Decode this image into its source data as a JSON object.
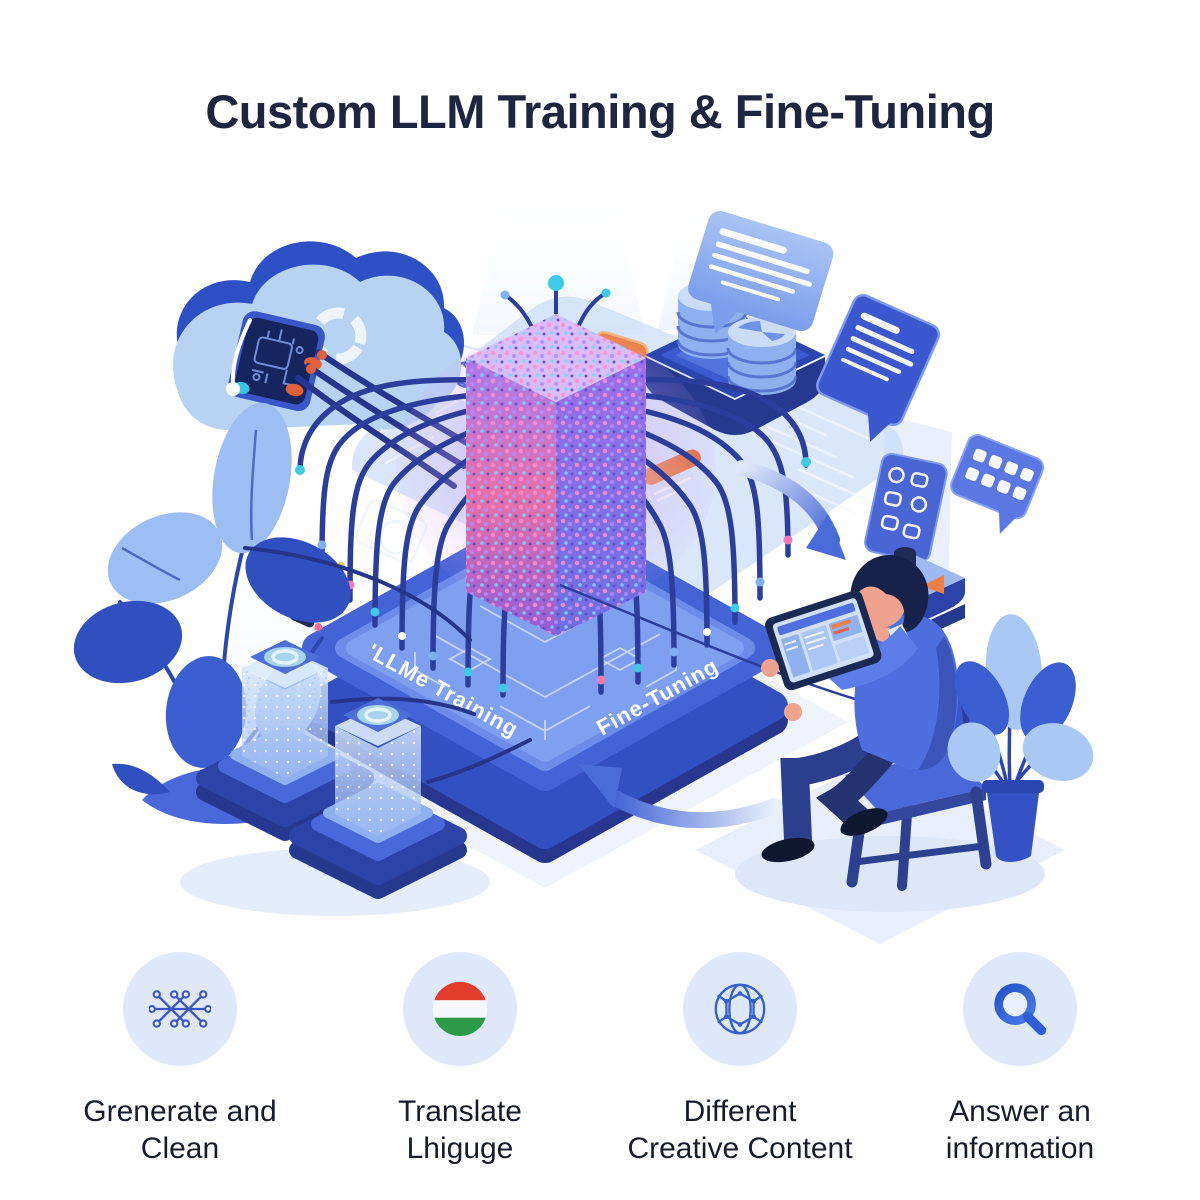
{
  "page": {
    "title": "Custom LLM Training & Fine-Tuning"
  },
  "illustration": {
    "platform_left_label": "'LLMe Training",
    "platform_right_label": "Fine-Tuning",
    "scene_elements": [
      "cloud-ai-chip",
      "hologram-dashboard",
      "neural-network-cube",
      "database-stacks",
      "chat-bubbles",
      "glass-data-towers",
      "analyst-with-tablet",
      "office-plants",
      "cycle-arrows",
      "app-icons-panel",
      "keyboard-bubble"
    ]
  },
  "features": [
    {
      "icon": "network-nodes-icon",
      "label": "Grenerate and Clean",
      "label_line1": "Grenerate and",
      "label_line2": "Clean"
    },
    {
      "icon": "hungarian-flag-icon",
      "label": "Translate Lhiguge",
      "label_line1": "Translate",
      "label_line2": "Lhiguge"
    },
    {
      "icon": "globe-network-icon",
      "label": "Different Creative Content",
      "label_line1": "Different",
      "label_line2": "Creative Content"
    },
    {
      "icon": "search-icon",
      "label": "Answer an information",
      "label_line1": "Answer an",
      "label_line2": "information"
    }
  ],
  "colors": {
    "title_text": "#1d2540",
    "royal_blue": "#3b5bd6",
    "deep_blue": "#2b3e9c",
    "light_blue": "#b7d3f4",
    "pale_blue": "#dfe8f9",
    "cyan": "#3ec9e6",
    "accent_orange": "#ed7f42",
    "glow_pink": "#ee6f9e",
    "glow_purple": "#9d6fe8",
    "flag_red": "#e23d2c",
    "flag_green": "#2c9a47"
  }
}
